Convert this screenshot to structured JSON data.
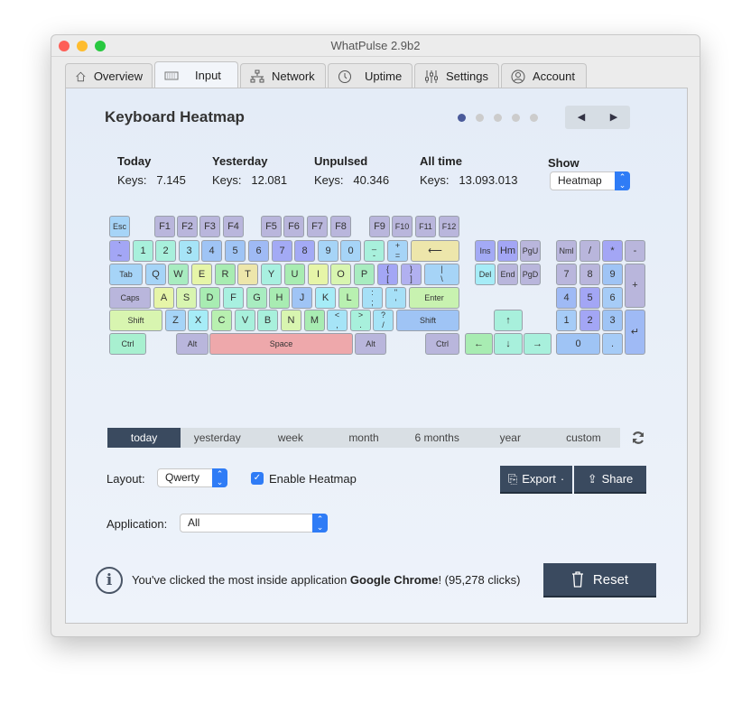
{
  "window": {
    "title": "WhatPulse 2.9b2"
  },
  "tabs": [
    {
      "label": "Overview",
      "icon": "home-icon"
    },
    {
      "label": "Input",
      "icon": "keyboard-icon"
    },
    {
      "label": "Network",
      "icon": "network-icon"
    },
    {
      "label": "Uptime",
      "icon": "clock-icon"
    },
    {
      "label": "Settings",
      "icon": "sliders-icon"
    },
    {
      "label": "Account",
      "icon": "user-icon"
    }
  ],
  "active_tab": "Input",
  "header": {
    "title": "Keyboard Heatmap",
    "page_count": 5,
    "current_page": 1,
    "prev": "◀",
    "next": "▶"
  },
  "stats": [
    {
      "title": "Today",
      "label": "Keys:",
      "value": "7.145"
    },
    {
      "title": "Yesterday",
      "label": "Keys:",
      "value": "12.081"
    },
    {
      "title": "Unpulsed",
      "label": "Keys:",
      "value": "40.346"
    },
    {
      "title": "All time",
      "label": "Keys:",
      "value": "13.093.013"
    }
  ],
  "show": {
    "label": "Show",
    "value": "Heatmap"
  },
  "keys": [
    {
      "l": "Esc",
      "c": "#a6d4f7"
    },
    {
      "l": "F1",
      "c": "#b9b6dc"
    },
    {
      "l": "F2",
      "c": "#b9b6dc"
    },
    {
      "l": "F3",
      "c": "#b9b6dc"
    },
    {
      "l": "F4",
      "c": "#b9b6dc"
    },
    {
      "l": "F5",
      "c": "#b9b6dc"
    },
    {
      "l": "F6",
      "c": "#b9b6dc"
    },
    {
      "l": "F7",
      "c": "#b9b6dc"
    },
    {
      "l": "F8",
      "c": "#b9b6dc"
    },
    {
      "l": "F9",
      "c": "#b9b6dc"
    },
    {
      "l": "F10",
      "c": "#b9b6dc"
    },
    {
      "l": "F11",
      "c": "#b9b6dc"
    },
    {
      "l": "F12",
      "c": "#b9b6dc"
    },
    {
      "l": "`",
      "b": "~",
      "c": "#a3a6f5"
    },
    {
      "l": "1",
      "c": "#a8f0dc"
    },
    {
      "l": "2",
      "c": "#a8f0dc"
    },
    {
      "l": "3",
      "c": "#a6e4f7"
    },
    {
      "l": "4",
      "c": "#9fc4f5"
    },
    {
      "l": "5",
      "c": "#9fc4f5"
    },
    {
      "l": "6",
      "c": "#9fbaf5"
    },
    {
      "l": "7",
      "c": "#a3aaf5"
    },
    {
      "l": "8",
      "c": "#a3aaf5"
    },
    {
      "l": "9",
      "c": "#a6d4f7"
    },
    {
      "l": "0",
      "c": "#a6d4f7"
    },
    {
      "l": "_",
      "b": "-",
      "c": "#a8f0dc"
    },
    {
      "l": "+",
      "b": "=",
      "c": "#a6d4f7"
    },
    {
      "l": "⟵",
      "c": "#ede6ab"
    },
    {
      "l": "Tab",
      "c": "#a6d4f7"
    },
    {
      "l": "Q",
      "c": "#a6d4f7"
    },
    {
      "l": "W",
      "c": "#a8ecc0"
    },
    {
      "l": "E",
      "c": "#e6f5a8"
    },
    {
      "l": "R",
      "c": "#a8ecb2"
    },
    {
      "l": "T",
      "c": "#ede6ab"
    },
    {
      "l": "Y",
      "c": "#a8f0e0"
    },
    {
      "l": "U",
      "c": "#a8ecb2"
    },
    {
      "l": "I",
      "c": "#e6f5a8"
    },
    {
      "l": "O",
      "c": "#d8f5b0"
    },
    {
      "l": "P",
      "c": "#a8ecc0"
    },
    {
      "l": "{",
      "b": "[",
      "c": "#a3a6f5"
    },
    {
      "l": "}",
      "b": "]",
      "c": "#b1b0f0"
    },
    {
      "l": "|",
      "b": "\\",
      "c": "#a6d4f7"
    },
    {
      "l": "Caps",
      "c": "#b9b6dc"
    },
    {
      "l": "A",
      "c": "#e6f5a8"
    },
    {
      "l": "S",
      "c": "#d8f5b0"
    },
    {
      "l": "D",
      "c": "#a8ecb2"
    },
    {
      "l": "F",
      "c": "#a8f0e0"
    },
    {
      "l": "G",
      "c": "#a8ecc0"
    },
    {
      "l": "H",
      "c": "#a8ecb2"
    },
    {
      "l": "J",
      "c": "#9fc4f5"
    },
    {
      "l": "K",
      "c": "#a6ecf7"
    },
    {
      "l": "L",
      "c": "#b8f0b0"
    },
    {
      "l": ":",
      "b": ";",
      "c": "#a6e0f7"
    },
    {
      "l": "\"",
      "b": "'",
      "c": "#a6e0f7"
    },
    {
      "l": "Enter",
      "c": "#c8f2b0"
    },
    {
      "l": "Shift",
      "c": "#d8f5b0"
    },
    {
      "l": "Z",
      "c": "#a6d4f7"
    },
    {
      "l": "X",
      "c": "#a6ecf7"
    },
    {
      "l": "C",
      "c": "#b8f0b0"
    },
    {
      "l": "V",
      "c": "#a8f0dc"
    },
    {
      "l": "B",
      "c": "#a8f0dc"
    },
    {
      "l": "N",
      "c": "#d8f5b0"
    },
    {
      "l": "M",
      "c": "#a8ecb2"
    },
    {
      "l": "<",
      "b": ",",
      "c": "#a6e4f7"
    },
    {
      "l": ">",
      "b": ".",
      "c": "#a8f0dc"
    },
    {
      "l": "?",
      "b": "/",
      "c": "#a6e4f7"
    },
    {
      "l": "Shift",
      "c": "#9fc4f5"
    },
    {
      "l": "Ctrl",
      "c": "#a8f0d0"
    },
    {
      "l": "Alt",
      "c": "#b9b6dc"
    },
    {
      "l": "Space",
      "c": "#eea8ab"
    },
    {
      "l": "Alt",
      "c": "#b9b6dc"
    },
    {
      "l": "Ctrl",
      "c": "#b9b6dc"
    },
    {
      "l": "Ins",
      "c": "#a3aaf5"
    },
    {
      "l": "Hm",
      "c": "#a3a6f5"
    },
    {
      "l": "PgU",
      "c": "#b9b6dc"
    },
    {
      "l": "Del",
      "c": "#a6ecf7"
    },
    {
      "l": "End",
      "c": "#b9b6dc"
    },
    {
      "l": "PgD",
      "c": "#b9b6dc"
    },
    {
      "l": "↑",
      "c": "#a8f0dc"
    },
    {
      "l": "←",
      "c": "#a8ecb2"
    },
    {
      "l": "↓",
      "c": "#a8f0dc"
    },
    {
      "l": "→",
      "c": "#a8f0dc"
    },
    {
      "l": "Nml",
      "c": "#b9b6dc"
    },
    {
      "l": "/",
      "c": "#b9b6dc"
    },
    {
      "l": "*",
      "c": "#a3a6f5"
    },
    {
      "l": "-",
      "c": "#b9b6dc"
    },
    {
      "l": "7",
      "c": "#b9b6dc"
    },
    {
      "l": "8",
      "c": "#b9b6dc"
    },
    {
      "l": "9",
      "c": "#9fc4f5"
    },
    {
      "l": "+",
      "c": "#b9b6dc"
    },
    {
      "l": "4",
      "c": "#9fbaf5"
    },
    {
      "l": "5",
      "c": "#a3a6f5"
    },
    {
      "l": "6",
      "c": "#a6ccf7"
    },
    {
      "l": "1",
      "c": "#a6ccf7"
    },
    {
      "l": "2",
      "c": "#a3a6f5"
    },
    {
      "l": "3",
      "c": "#9fc4f5"
    },
    {
      "l": "↵",
      "c": "#9fbaf5"
    },
    {
      "l": "0",
      "c": "#9fc4f5"
    },
    {
      "l": ".",
      "c": "#a6ccf7"
    }
  ],
  "ranges": [
    "today",
    "yesterday",
    "week",
    "month",
    "6 months",
    "year",
    "custom"
  ],
  "active_range": "today",
  "layout": {
    "label": "Layout:",
    "value": "Qwerty"
  },
  "enable_heatmap": {
    "label": "Enable Heatmap",
    "checked": true
  },
  "export_label": "Export",
  "share_label": "Share",
  "application": {
    "label": "Application:",
    "value": "All"
  },
  "info": {
    "prefix": "You've clicked the most inside application ",
    "app": "Google Chrome",
    "suffix": "! (95,278 clicks)"
  },
  "reset_label": "Reset"
}
